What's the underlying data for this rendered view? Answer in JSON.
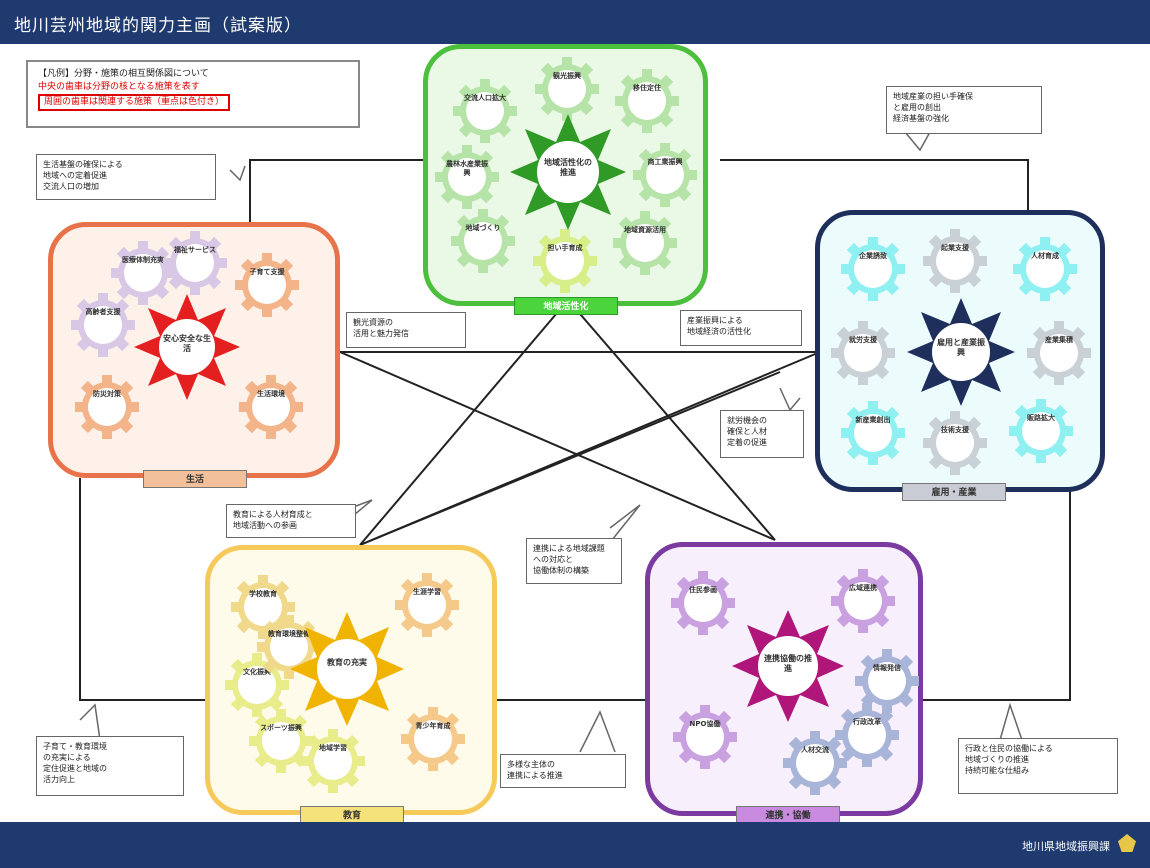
{
  "header": {
    "title": "地川芸州地域的関力主画（試案版）"
  },
  "footer": {
    "org": "地川県地域振興課"
  },
  "legend": {
    "line1": "【凡例】分野・施策の相互関係図について",
    "line2": "中央の歯車は分野の核となる施策を表す",
    "line3": "周囲の歯車は関連する施策（重点は色付き）"
  },
  "panels": {
    "green": {
      "label": "地域活性化",
      "center": "地域活性化の推進",
      "gears": [
        "交流人口拡大",
        "観光振興",
        "移住定住",
        "農林水産業振興",
        "商工業振興",
        "地域づくり",
        "担い手育成",
        "地域資源活用"
      ]
    },
    "red": {
      "label": "生活",
      "center": "安心安全な生活",
      "gears": [
        "医療体制充実",
        "福祉サービス",
        "子育て支援",
        "高齢者支援",
        "防災対策",
        "生活環境"
      ]
    },
    "blue": {
      "label": "雇用・産業",
      "center": "雇用と産業振興",
      "gears": [
        "企業誘致",
        "起業支援",
        "人材育成",
        "就労支援",
        "産業集積",
        "新産業創出",
        "技術支援",
        "販路拡大"
      ]
    },
    "yellow": {
      "label": "教育",
      "center": "教育の充実",
      "gears": [
        "学校教育",
        "生涯学習",
        "文化振興",
        "スポーツ振興",
        "地域学習",
        "青少年育成",
        "教育環境整備"
      ]
    },
    "purple": {
      "label": "連携・協働",
      "center": "連携協働の推進",
      "gears": [
        "住民参画",
        "広域連携",
        "NPO協働",
        "情報発信",
        "行政改革",
        "人材交流"
      ]
    }
  },
  "callouts": {
    "c1": "生活基盤の確保による\n地域への定着促進\n交流人口の増加",
    "c2": "地域産業の担い手確保\nと雇用の創出\n経済基盤の強化",
    "c3": "観光資源の\n活用と魅力発信",
    "c4": "産業振興による\n地域経済の活性化",
    "c5": "就労機会の\n確保と人材\n定着の促進",
    "c6": "教育による人材育成と\n地域活動への参画",
    "c7": "連携による地域課題\nへの対応と\n協働体制の構築",
    "c8": "子育て・教育環境\nの充実による\n定住促進と地域の\n活力向上",
    "c9": "多様な主体の\n連携による推進",
    "c10": "行政と住民の協働による\n地域づくりの推進\n持続可能な仕組み"
  },
  "colors": {
    "header": "#1f3a6e",
    "green": "#4cbf3c",
    "red": "#e8452a",
    "blue": "#1f2f5c",
    "yellow": "#f2b91e",
    "purple": "#8a3ab0"
  }
}
